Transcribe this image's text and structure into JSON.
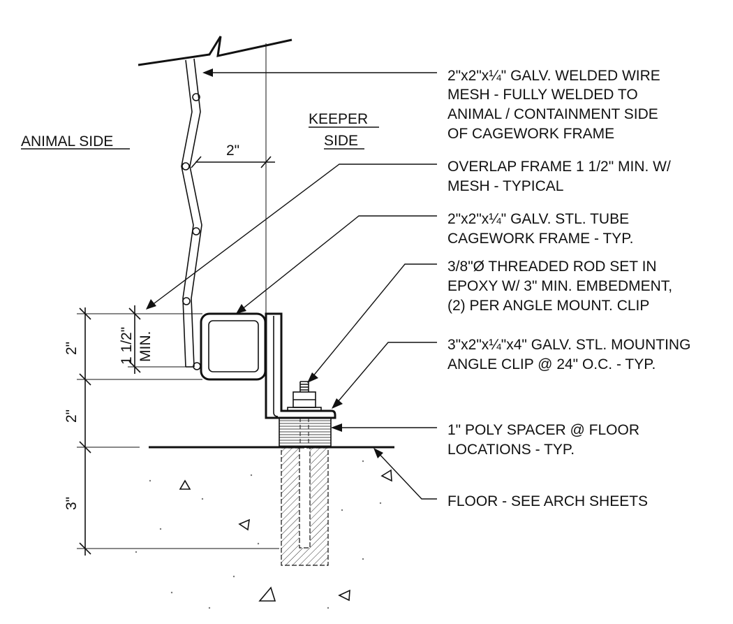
{
  "sides": {
    "animal": "ANIMAL SIDE",
    "keeper_line1": "KEEPER",
    "keeper_line2": "SIDE"
  },
  "dimensions": {
    "mesh_spacing": "2\"",
    "overlap_line1": "1 1/2\"",
    "overlap_line2": "MIN.",
    "frame_height": "2\"",
    "spacer_height": "2\"",
    "embed_depth": "3\""
  },
  "callouts": [
    {
      "lines": [
        "2\"x2\"x¼\" GALV. WELDED WIRE",
        "MESH - FULLY WELDED TO",
        "ANIMAL / CONTAINMENT SIDE",
        "OF CAGEWORK FRAME"
      ]
    },
    {
      "lines": [
        "OVERLAP FRAME 1 1/2\" MIN. W/",
        "MESH - TYPICAL"
      ]
    },
    {
      "lines": [
        "2\"x2\"x¼\" GALV. STL. TUBE",
        "CAGEWORK FRAME - TYP."
      ]
    },
    {
      "lines": [
        "3/8\"Ø THREADED ROD SET IN",
        "EPOXY  W/ 3\" MIN. EMBEDMENT,",
        "(2) PER ANGLE MOUNT. CLIP"
      ]
    },
    {
      "lines": [
        "3\"x2\"x¼\"x4\" GALV. STL. MOUNTING",
        "ANGLE CLIP @ 24\" O.C. - TYP."
      ]
    },
    {
      "lines": [
        "1\" POLY SPACER @ FLOOR",
        "LOCATIONS - TYP."
      ]
    },
    {
      "lines": [
        "FLOOR - SEE ARCH SHEETS"
      ]
    }
  ]
}
